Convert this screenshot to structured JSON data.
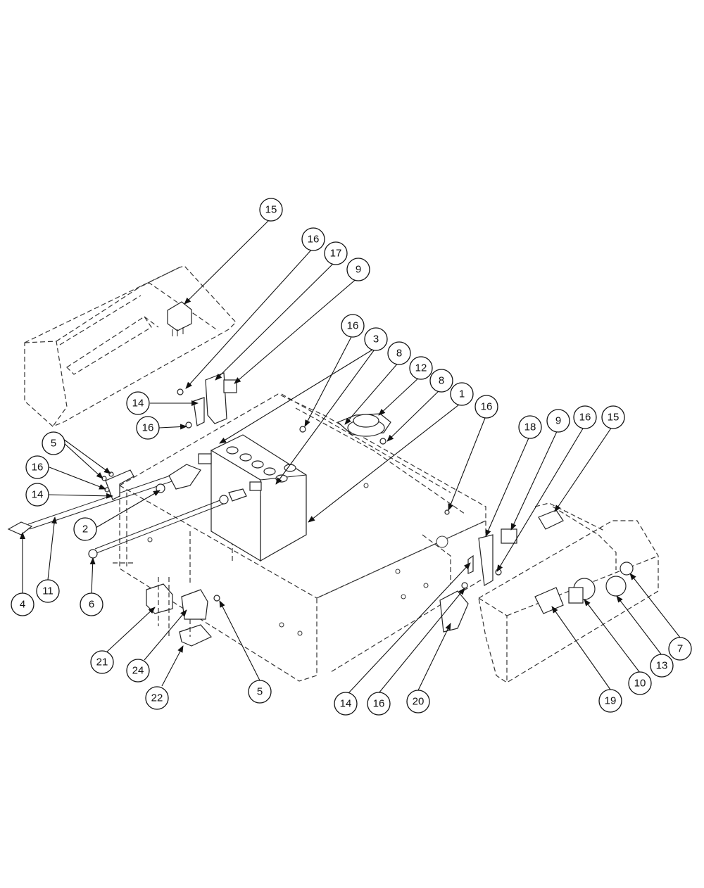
{
  "callouts": [
    {
      "id": "c15a",
      "label": "15"
    },
    {
      "id": "c16a",
      "label": "16"
    },
    {
      "id": "c17",
      "label": "17"
    },
    {
      "id": "c9a",
      "label": "9"
    },
    {
      "id": "c16b",
      "label": "16"
    },
    {
      "id": "c3",
      "label": "3"
    },
    {
      "id": "c8a",
      "label": "8"
    },
    {
      "id": "c12",
      "label": "12"
    },
    {
      "id": "c8b",
      "label": "8"
    },
    {
      "id": "c1",
      "label": "1"
    },
    {
      "id": "c16c",
      "label": "16"
    },
    {
      "id": "c18",
      "label": "18"
    },
    {
      "id": "c9b",
      "label": "9"
    },
    {
      "id": "c16d",
      "label": "16"
    },
    {
      "id": "c15b",
      "label": "15"
    },
    {
      "id": "c14a",
      "label": "14"
    },
    {
      "id": "c16e",
      "label": "16"
    },
    {
      "id": "c5a",
      "label": "5"
    },
    {
      "id": "c16f",
      "label": "16"
    },
    {
      "id": "c14b",
      "label": "14"
    },
    {
      "id": "c2",
      "label": "2"
    },
    {
      "id": "c4",
      "label": "4"
    },
    {
      "id": "c11",
      "label": "11"
    },
    {
      "id": "c6",
      "label": "6"
    },
    {
      "id": "c21",
      "label": "21"
    },
    {
      "id": "c24",
      "label": "24"
    },
    {
      "id": "c22",
      "label": "22"
    },
    {
      "id": "c5b",
      "label": "5"
    },
    {
      "id": "c14c",
      "label": "14"
    },
    {
      "id": "c16g",
      "label": "16"
    },
    {
      "id": "c20",
      "label": "20"
    },
    {
      "id": "c19",
      "label": "19"
    },
    {
      "id": "c10",
      "label": "10"
    },
    {
      "id": "c13",
      "label": "13"
    },
    {
      "id": "c7",
      "label": "7"
    }
  ]
}
